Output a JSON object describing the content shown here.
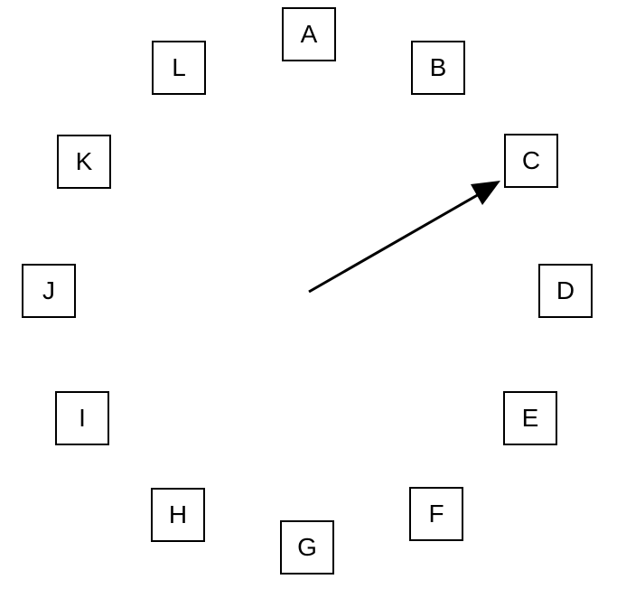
{
  "labels": {
    "a": "A",
    "b": "B",
    "c": "C",
    "d": "D",
    "e": "E",
    "f": "F",
    "g": "G",
    "h": "H",
    "i": "I",
    "j": "J",
    "k": "K",
    "l": "L"
  },
  "pointer": {
    "target": "C"
  },
  "colors": {
    "stroke": "#000000",
    "background": "#ffffff"
  }
}
